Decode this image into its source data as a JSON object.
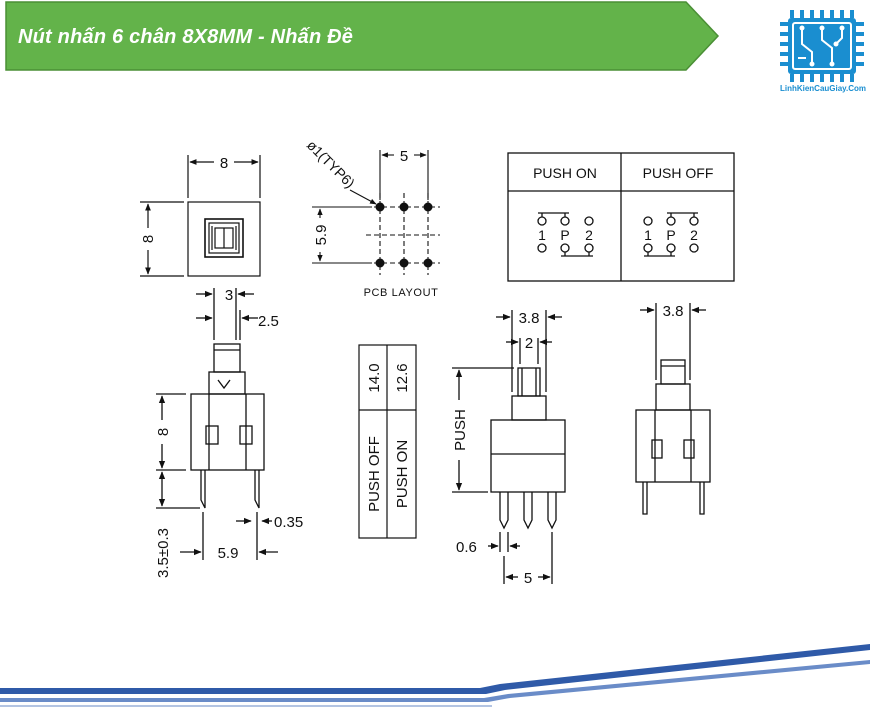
{
  "header": {
    "title": "Nút nhấn 6 chân 8X8MM - Nhấn Đề",
    "banner_color": "#63b34a",
    "banner_border": "#4a8f35"
  },
  "logo": {
    "icon": "circuit-chip-icon",
    "text": "LinhKienCauGiay.Com",
    "color": "#1a8ed0"
  },
  "top_view": {
    "width_dim": "8",
    "height_dim": "8"
  },
  "pcb_layout": {
    "hole_note": "ø1(TYP6)",
    "pitch_x": "5",
    "pitch_y": "5.9",
    "label": "PCB LAYOUT"
  },
  "schematic": {
    "push_on_label": "PUSH ON",
    "push_off_label": "PUSH OFF",
    "pin1": "1",
    "pinP": "P",
    "pin2": "2"
  },
  "side_view_left": {
    "dim_3": "3",
    "dim_2_5": "2.5",
    "dim_8": "8",
    "dim_lead": "3.5±0.3",
    "dim_pitch": "5.9",
    "dim_pin_width": "0.35"
  },
  "height_table": {
    "col1_value": "14.0",
    "col2_value": "12.6",
    "col1_label": "PUSH OFF",
    "col2_label": "PUSH ON"
  },
  "front_view": {
    "dim_3_8": "3.8",
    "dim_2": "2",
    "push_label": "PUSH",
    "dim_0_6": "0.6",
    "dim_5": "5"
  },
  "right_view": {
    "dim_3_8": "3.8"
  },
  "footer": {
    "line_color": "#2f5aa8"
  }
}
